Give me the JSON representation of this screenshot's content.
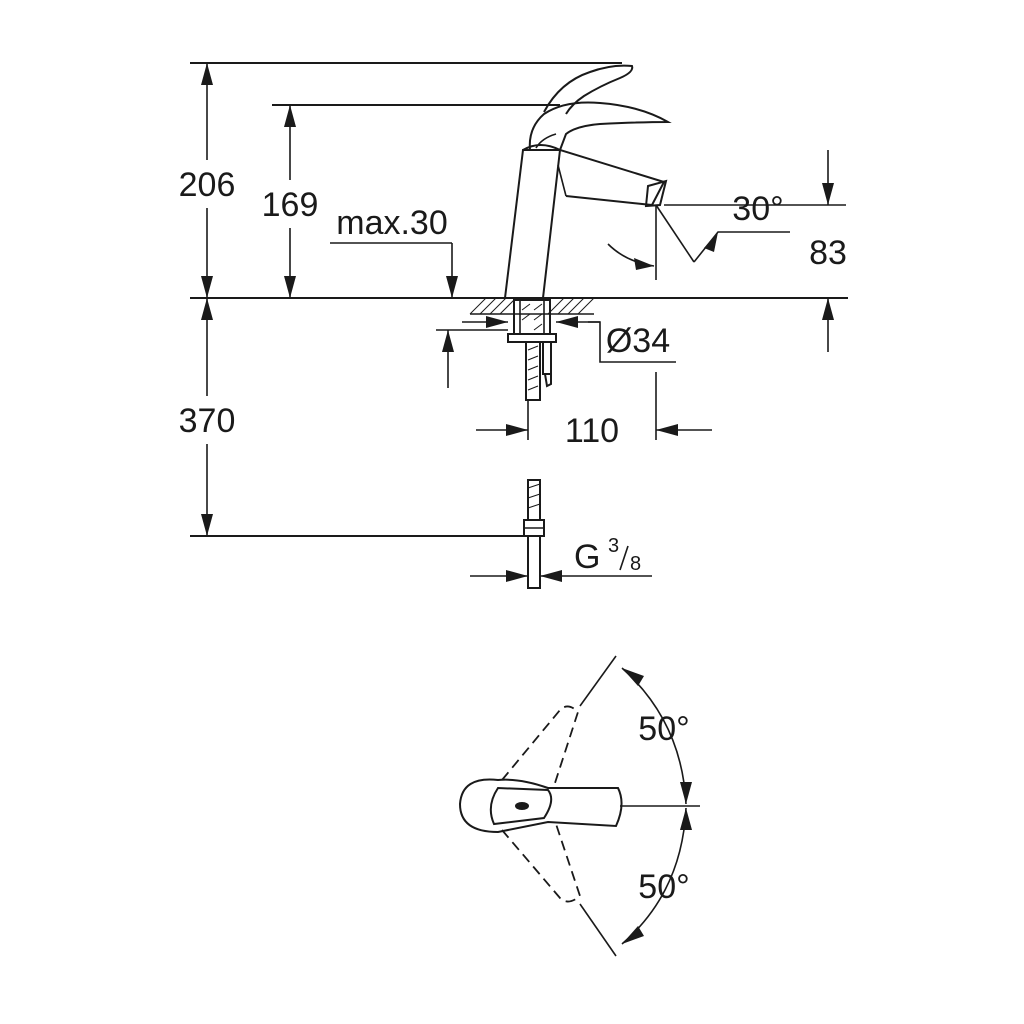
{
  "dimensions": {
    "total_height": "206",
    "spout_height": "169",
    "max_deck_thickness": "max.30",
    "spout_angle": "30°",
    "outlet_height": "83",
    "hole_diameter": "Ø34",
    "hose_length": "370",
    "projection": "110",
    "connection_prefix": "G",
    "connection_num": "3",
    "connection_den": "8",
    "swing_left": "50°",
    "swing_right": "50°"
  }
}
